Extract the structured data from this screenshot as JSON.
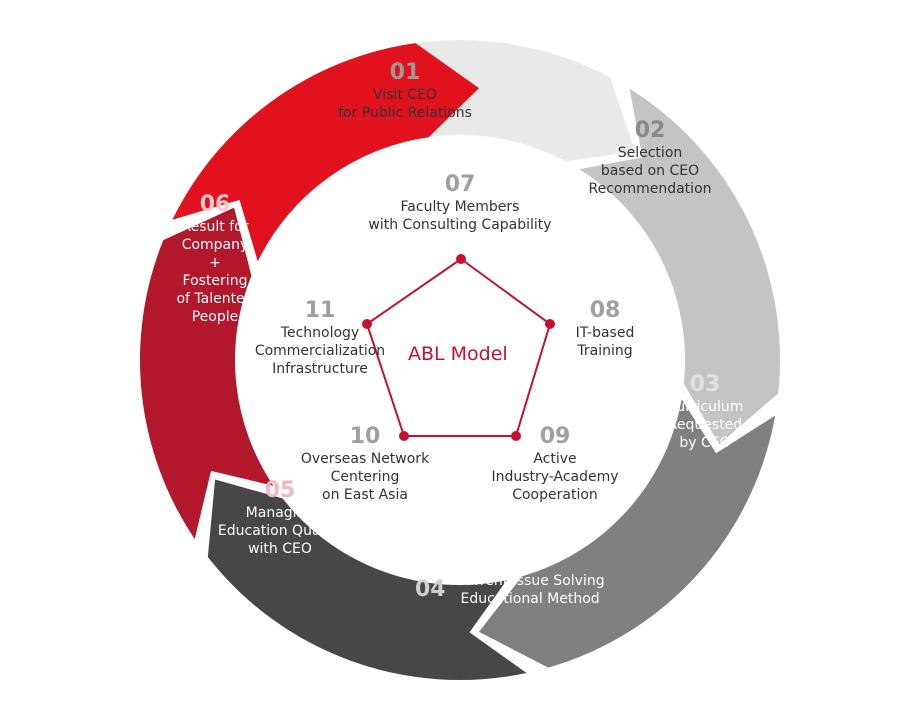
{
  "title": "ABL Model",
  "outer_steps": [
    {
      "number": "01",
      "text": "Visit CEO\nfor Public Relations",
      "color": "#e9e9e9",
      "num_color": "#9a9a9a",
      "text_color": "#333333"
    },
    {
      "number": "02",
      "text": "Selection\nbased on CEO\nRecommendation",
      "color": "#c4c4c4",
      "num_color": "#8a8a8a",
      "text_color": "#333333"
    },
    {
      "number": "03",
      "text": "Curriculum\nRequested\nby CEO",
      "color": "#808080",
      "num_color": "#e0e0e0",
      "text_color": "#ffffff"
    },
    {
      "number": "04",
      "text": "Current Issue Solving\nEducational Method",
      "color": "#474747",
      "num_color": "#d0d0d0",
      "text_color": "#ffffff"
    },
    {
      "number": "05",
      "text": "Managing\nEducation Quality\nwith CEO",
      "color": "#b2172b",
      "num_color": "#f3b8c0",
      "text_color": "#ffffff"
    },
    {
      "number": "06",
      "text": "Result for\nCompany\n+\nFostering\nof Talented\nPeople",
      "color": "#e2111e",
      "num_color": "#f8c9cd",
      "text_color": "#ffffff"
    }
  ],
  "inner_steps": [
    {
      "number": "07",
      "text": "Faculty Members\nwith Consulting Capability"
    },
    {
      "number": "08",
      "text": "IT-based\nTraining"
    },
    {
      "number": "09",
      "text": "Active\nIndustry-Academy\nCooperation"
    },
    {
      "number": "10",
      "text": "Overseas Network\nCentering\non East Asia"
    },
    {
      "number": "11",
      "text": "Technology\nCommercialization\nInfrastructure"
    }
  ],
  "colors": {
    "accent": "#c8102e",
    "inner_number": "#a0a0a0",
    "inner_text": "#333333"
  }
}
